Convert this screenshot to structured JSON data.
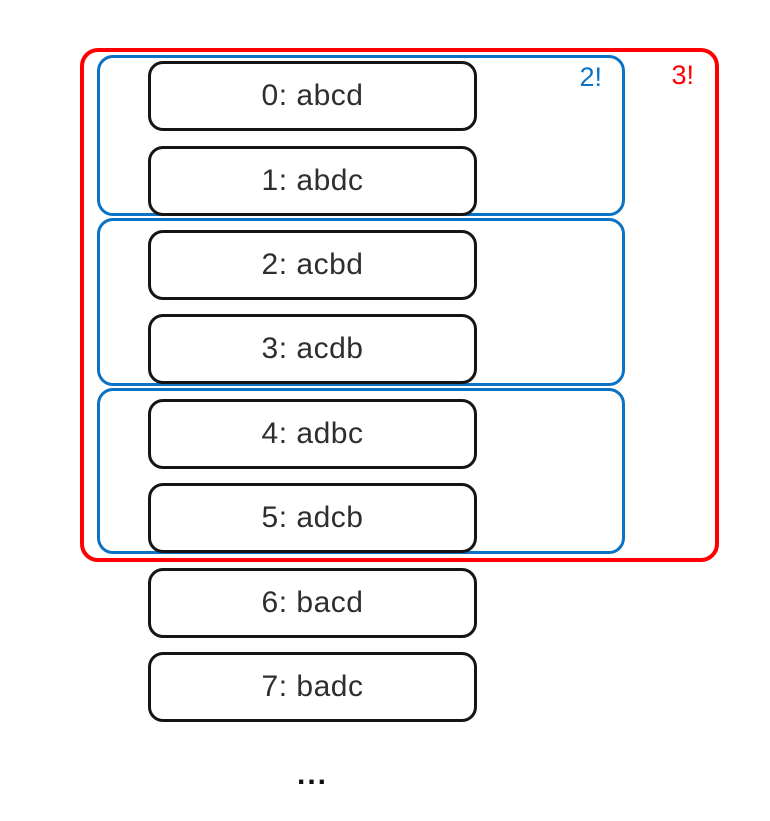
{
  "diagram": {
    "boxes": [
      {
        "label": "0: abcd"
      },
      {
        "label": "1: abdc"
      },
      {
        "label": "2: acbd"
      },
      {
        "label": "3: acdb"
      },
      {
        "label": "4: adbc"
      },
      {
        "label": "5: adcb"
      },
      {
        "label": "6: bacd"
      },
      {
        "label": "7: badc"
      }
    ],
    "blue_group_label": "2!",
    "red_group_label": "3!",
    "ellipsis": "...",
    "colors": {
      "blue": "#0c72c4",
      "red": "#ff0000",
      "box_border": "#151515",
      "box_text": "#2e2e2e"
    }
  }
}
